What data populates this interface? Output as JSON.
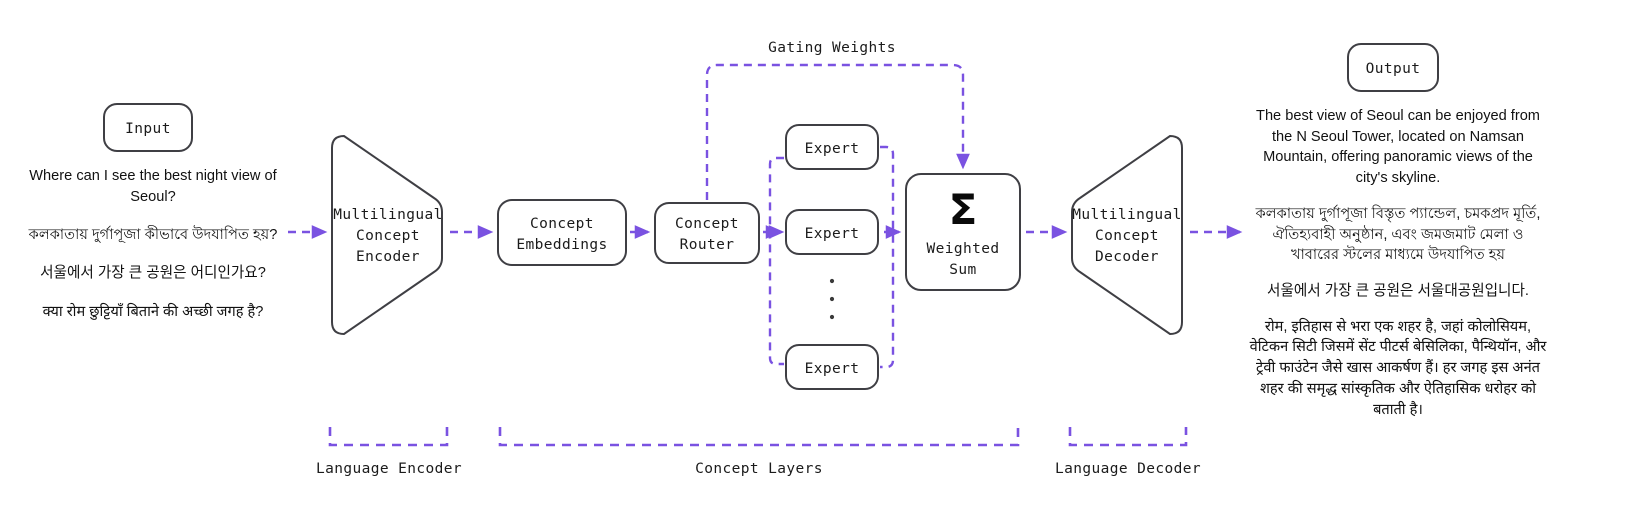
{
  "diagram": {
    "title_nodes": {
      "input": "Input",
      "output": "Output"
    },
    "nodes": [
      {
        "id": "encoder",
        "label_lines": [
          "Multilingual",
          "Concept",
          "Encoder"
        ]
      },
      {
        "id": "concept-embeddings",
        "label_lines": [
          "Concept",
          "Embeddings"
        ]
      },
      {
        "id": "concept-router",
        "label_lines": [
          "Concept",
          "Router"
        ]
      },
      {
        "id": "expert-1",
        "label_lines": [
          "Expert"
        ]
      },
      {
        "id": "expert-2",
        "label_lines": [
          "Expert"
        ]
      },
      {
        "id": "expert-n",
        "label_lines": [
          "Expert"
        ]
      },
      {
        "id": "weighted-sum",
        "symbol": "Σ",
        "label_lines": [
          "Weighted",
          "Sum"
        ]
      },
      {
        "id": "decoder",
        "label_lines": [
          "Multilingual",
          "Concept",
          "Decoder"
        ]
      }
    ],
    "edge_labels": {
      "gating_weights": "Gating Weights"
    },
    "section_captions": [
      {
        "id": "language-encoder",
        "label": "Language Encoder"
      },
      {
        "id": "concept-layers",
        "label": "Concept Layers"
      },
      {
        "id": "language-decoder",
        "label": "Language Decoder"
      }
    ],
    "input_samples": [
      "Where can I see the best night view of Seoul?",
      "কলকাতায় দুর্গাপূজা কীভাবে উদযাপিত হয়?",
      "서울에서 가장 큰 공원은  어디인가요?",
      "क्या रोम छुट्टियाँ बिताने की अच्छी जगह है?"
    ],
    "output_samples": [
      "The best view of Seoul can be enjoyed from the N Seoul Tower, located on Namsan Mountain, offering panoramic views of the city's skyline.",
      "কলকাতায় দুর্গাপূজা বিস্তৃত প্যান্ডেল, চমকপ্রদ মূর্তি, ঐতিহ্যবাহী অনুষ্ঠান, এবং জমজমাট মেলা ও খাবারের স্টলের মাধ্যমে উদযাপিত হয়",
      "서울에서 가장 큰 공원은 서울대공원입니다.",
      "रोम, इतिहास से भरा एक शहर है, जहां कोलोसियम, वेटिकन सिटी जिसमें सेंट पीटर्स बेसिलिका, पैन्थियॉन, और ट्रेवी फाउंटेन जैसे खास आकर्षण हैं। हर जगह इस अनंत शहर की समृद्ध सांस्कृतिक और ऐतिहासिक धरोहर को बताती है।"
    ],
    "ellipsis_dots": "3",
    "colors": {
      "accent_purple": "#7a52e1",
      "node_stroke": "#3f3f44",
      "text": "#111111",
      "background": "#ffffff"
    }
  }
}
